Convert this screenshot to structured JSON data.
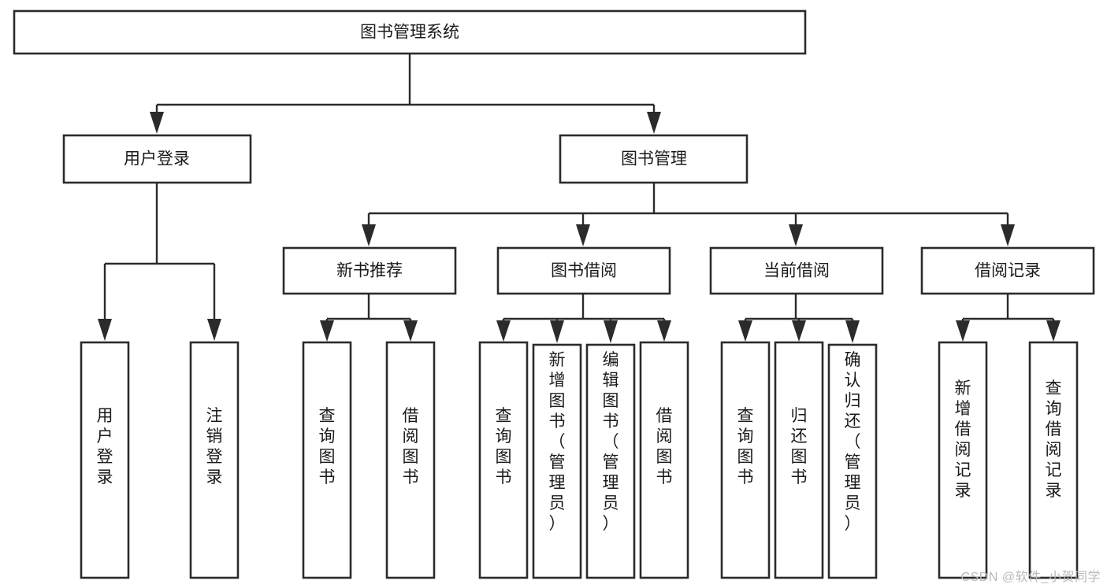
{
  "diagram": {
    "type": "tree-hierarchy",
    "title": "图书管理系统",
    "watermark": "CSDN @软件_小贺同学",
    "colors": {
      "box_stroke": "#2b2b2b",
      "box_fill": "#ffffff",
      "text": "#1a1a1a",
      "background": "#ffffff",
      "watermark": "#b9b9b9"
    },
    "levels": {
      "root": {
        "label": "图书管理系统"
      },
      "level2": [
        {
          "label": "用户登录"
        },
        {
          "label": "图书管理"
        }
      ],
      "level3": [
        {
          "label": "新书推荐"
        },
        {
          "label": "图书借阅"
        },
        {
          "label": "当前借阅"
        },
        {
          "label": "借阅记录"
        }
      ]
    },
    "nodes": {
      "root": "图书管理系统",
      "user_login": "用户登录",
      "book_manage": "图书管理",
      "new_book_rec": "新书推荐",
      "book_borrow": "图书借阅",
      "current_borrow": "当前借阅",
      "borrow_record": "借阅记录",
      "leaf_user_login": "用户登录",
      "leaf_logout": "注销登录",
      "leaf_query_book_1": "查询图书",
      "leaf_borrow_book_1": "借阅图书",
      "leaf_query_book_2": "查询图书",
      "leaf_add_book_admin": "新增图书（管理员）",
      "leaf_edit_book_admin": "编辑图书（管理员）",
      "leaf_borrow_book_2": "借阅图书",
      "leaf_query_book_3": "查询图书",
      "leaf_return_book": "归还图书",
      "leaf_confirm_return_admin": "确认归还（管理员）",
      "leaf_add_record": "新增借阅记录",
      "leaf_query_record": "查询借阅记录"
    }
  }
}
